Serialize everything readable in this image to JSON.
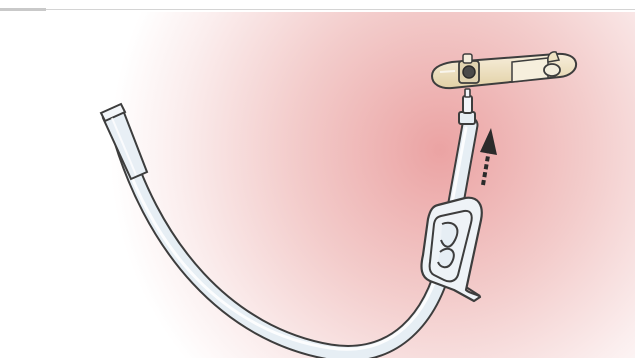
{
  "illustration": {
    "subject": "medical-tubing-with-clamp-connecting-to-valve",
    "colors": {
      "background_glow_center": "#eba3a3",
      "background_glow_edge": "#ffffff",
      "tube_fill": "#e6eef4",
      "tube_outline": "#3d3d3d",
      "valve_fill": "#efe3c2",
      "arrow": "#2b2b2b"
    },
    "icons": [
      "tube",
      "roller-clamp",
      "connector-tip",
      "valve-connector",
      "direction-arrow-up"
    ]
  }
}
